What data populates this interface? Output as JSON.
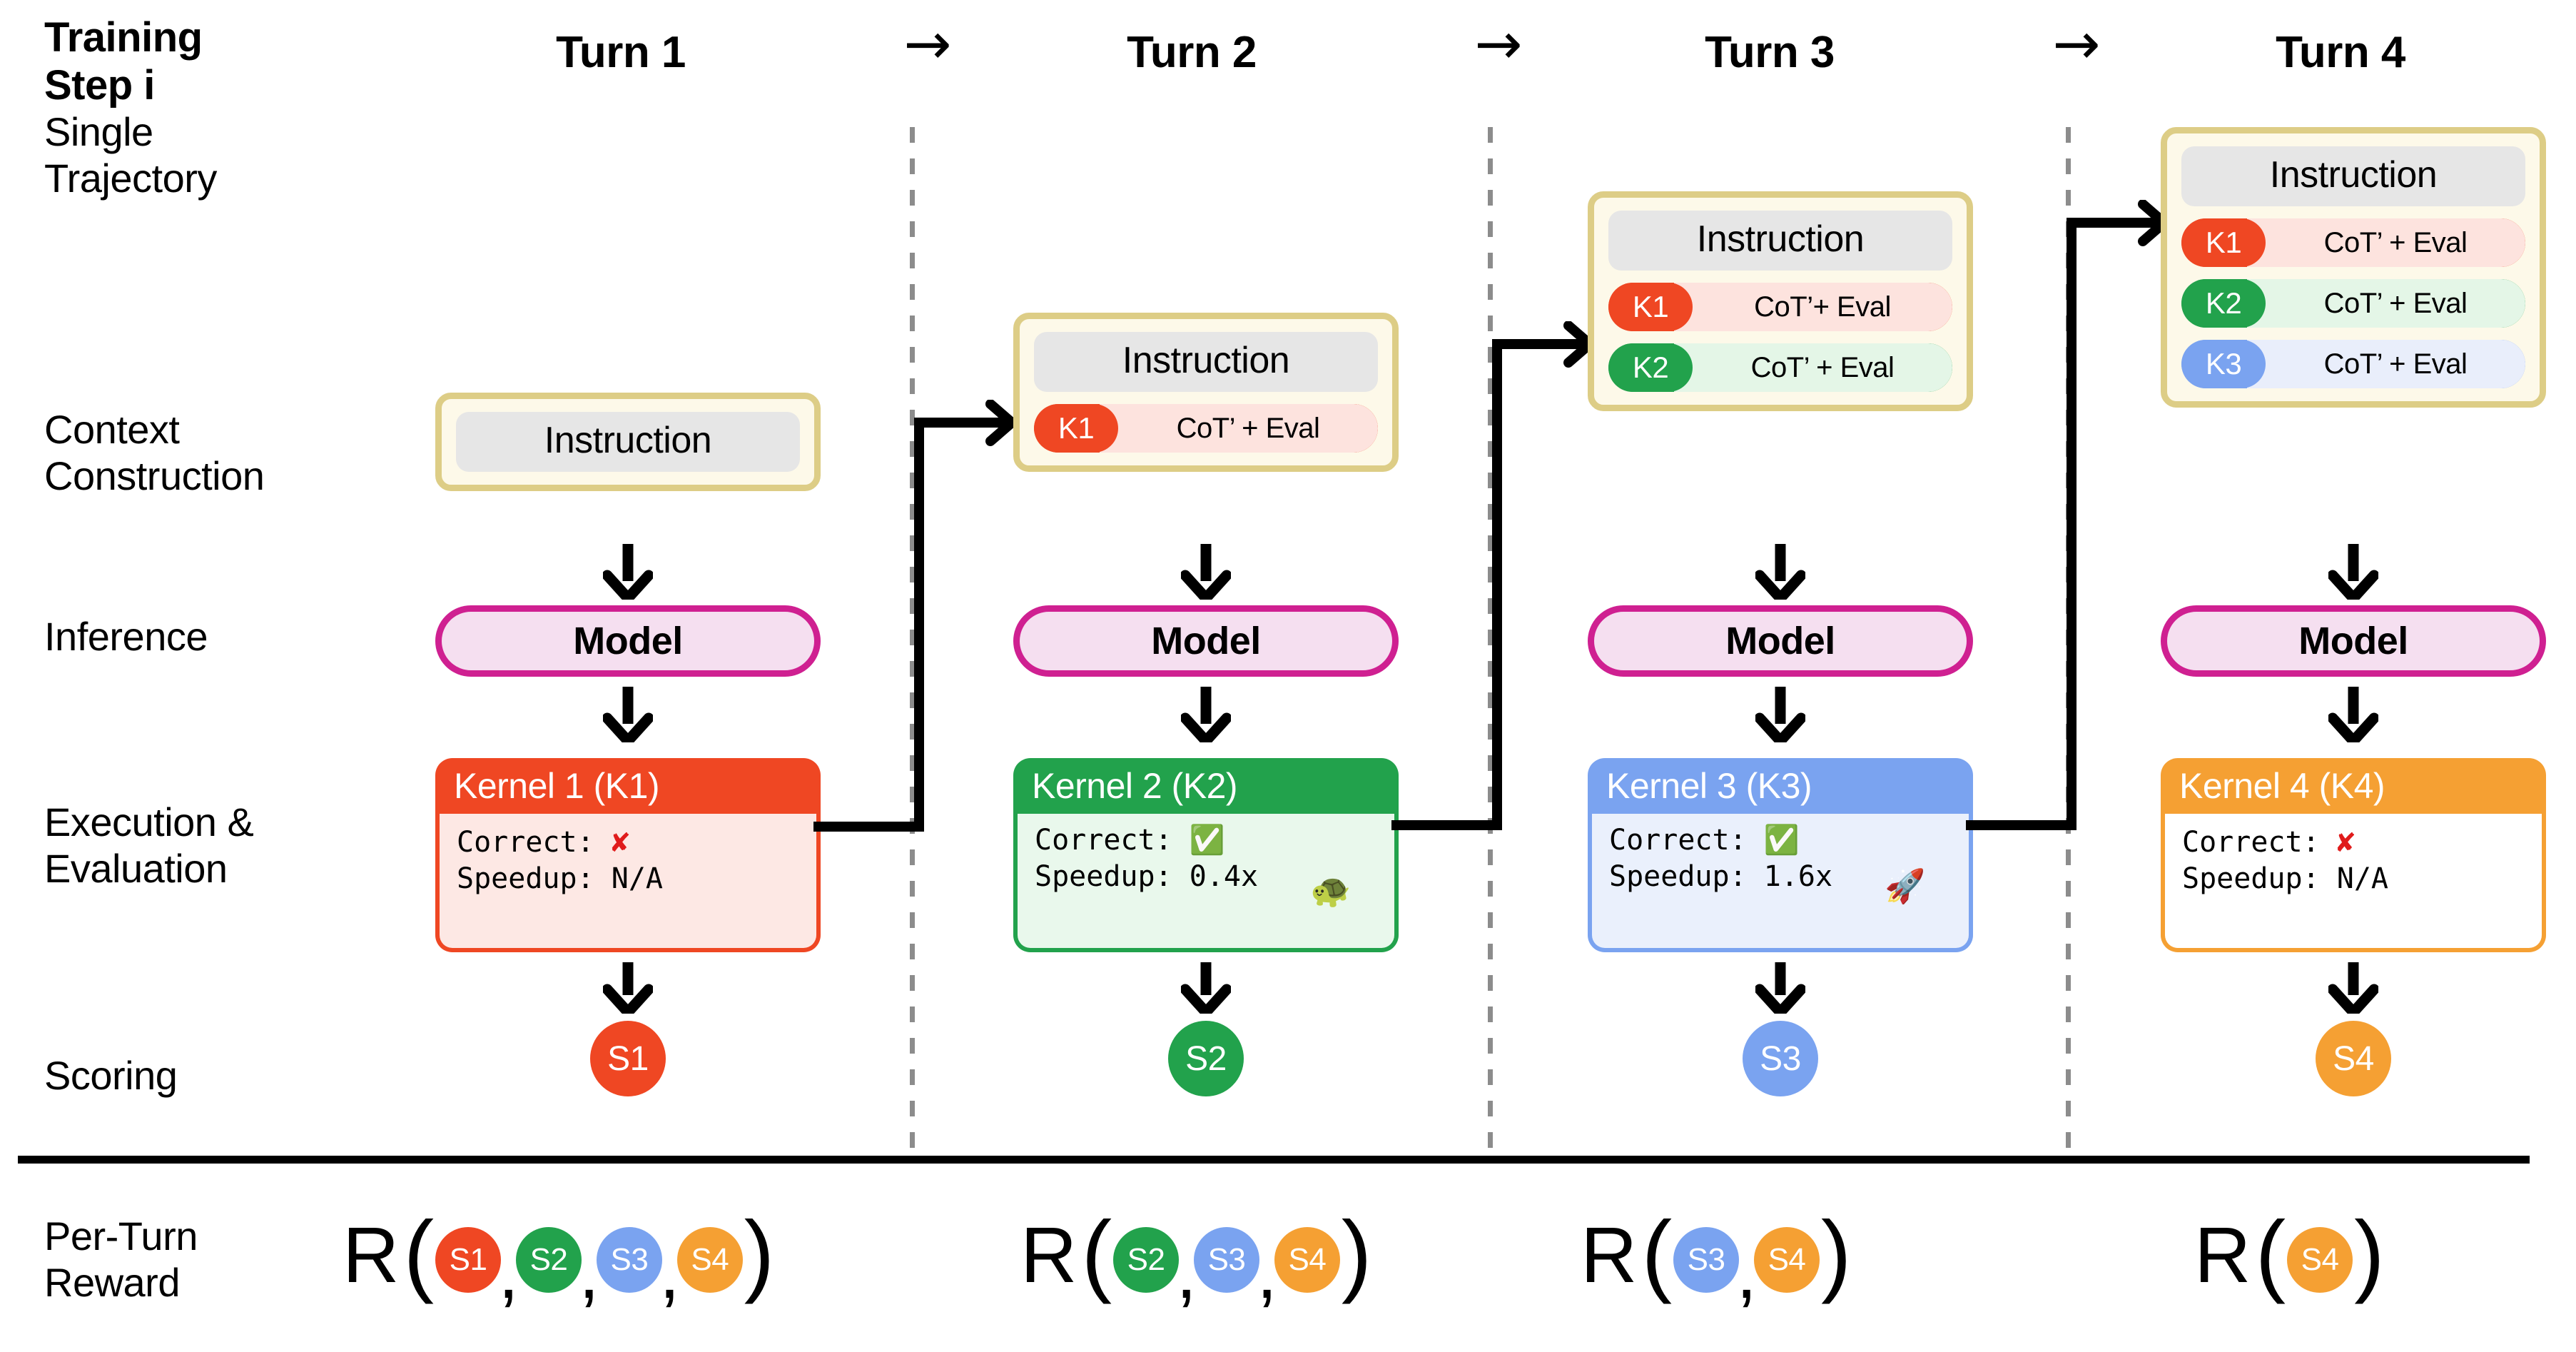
{
  "title": {
    "bold": "Training\nStep i",
    "regular": "Single\nTrajectory"
  },
  "row_labels": {
    "context": "Context\nConstruction",
    "inference": "Inference",
    "execution": "Execution &\nEvaluation",
    "scoring": "Scoring",
    "reward": "Per-Turn\nReward"
  },
  "turn_arrow_glyph": "→",
  "turns": [
    {
      "header": "Turn 1",
      "context": {
        "instruction": "Instruction",
        "pills": []
      },
      "model": "Model",
      "kernel": {
        "title": "Kernel 1 (K1)",
        "correct_label": "Correct:",
        "correct_mark": "✘",
        "correct_ok": false,
        "speedup_label": "Speedup:",
        "speedup_value": "N/A",
        "speed_emoji": "",
        "head_color": "#ef4723",
        "body_color": "#fde8e4"
      },
      "score": {
        "label": "S1",
        "color": "#ef4723"
      },
      "reward": [
        "S1",
        "S2",
        "S3",
        "S4"
      ]
    },
    {
      "header": "Turn 2",
      "context": {
        "instruction": "Instruction",
        "pills": [
          {
            "tag": "K1",
            "text": "CoT’ + Eval",
            "tag_color": "#ef4723",
            "body_color": "#fde3de"
          }
        ]
      },
      "model": "Model",
      "kernel": {
        "title": "Kernel 2 (K2)",
        "correct_label": "Correct:",
        "correct_mark": "✅",
        "correct_ok": true,
        "speedup_label": "Speedup:",
        "speedup_value": "0.4x",
        "speed_emoji": "🐢",
        "head_color": "#22a24c",
        "body_color": "#e9f8ec"
      },
      "score": {
        "label": "S2",
        "color": "#22a24c"
      },
      "reward": [
        "S2",
        "S3",
        "S4"
      ]
    },
    {
      "header": "Turn 3",
      "context": {
        "instruction": "Instruction",
        "pills": [
          {
            "tag": "K1",
            "text": "CoT’+ Eval",
            "tag_color": "#ef4723",
            "body_color": "#fde3de"
          },
          {
            "tag": "K2",
            "text": "CoT’ + Eval",
            "tag_color": "#22a24c",
            "body_color": "#e4f6e7"
          }
        ]
      },
      "model": "Model",
      "kernel": {
        "title": "Kernel 3 (K3)",
        "correct_label": "Correct:",
        "correct_mark": "✅",
        "correct_ok": true,
        "speedup_label": "Speedup:",
        "speedup_value": "1.6x",
        "speed_emoji": "🚀",
        "head_color": "#7aa3f0",
        "body_color": "#eaf0fc"
      },
      "score": {
        "label": "S3",
        "color": "#7aa3f0"
      },
      "reward": [
        "S3",
        "S4"
      ]
    },
    {
      "header": "Turn 4",
      "context": {
        "instruction": "Instruction",
        "pills": [
          {
            "tag": "K1",
            "text": "CoT’ + Eval",
            "tag_color": "#ef4723",
            "body_color": "#fde3de"
          },
          {
            "tag": "K2",
            "text": "CoT’ + Eval",
            "tag_color": "#22a24c",
            "body_color": "#e4f6e7"
          },
          {
            "tag": "K3",
            "text": "CoT’ + Eval",
            "tag_color": "#7aa3f0",
            "body_color": "#e9eefb"
          }
        ]
      },
      "model": "Model",
      "kernel": {
        "title": "Kernel 4 (K4)",
        "correct_label": "Correct:",
        "correct_mark": "✘",
        "correct_ok": false,
        "speedup_label": "Speedup:",
        "speedup_value": "N/A",
        "speed_emoji": "",
        "head_color": "#f5a033",
        "body_color": "#ffffff"
      },
      "score": {
        "label": "S4",
        "color": "#f5a033"
      },
      "reward": [
        "S4"
      ]
    }
  ],
  "score_colors": {
    "S1": "#ef4723",
    "S2": "#22a24c",
    "S3": "#7aa3f0",
    "S4": "#f5a033"
  },
  "reward_function_letter": "R",
  "paren_open": "(",
  "paren_close": ")",
  "comma": ","
}
